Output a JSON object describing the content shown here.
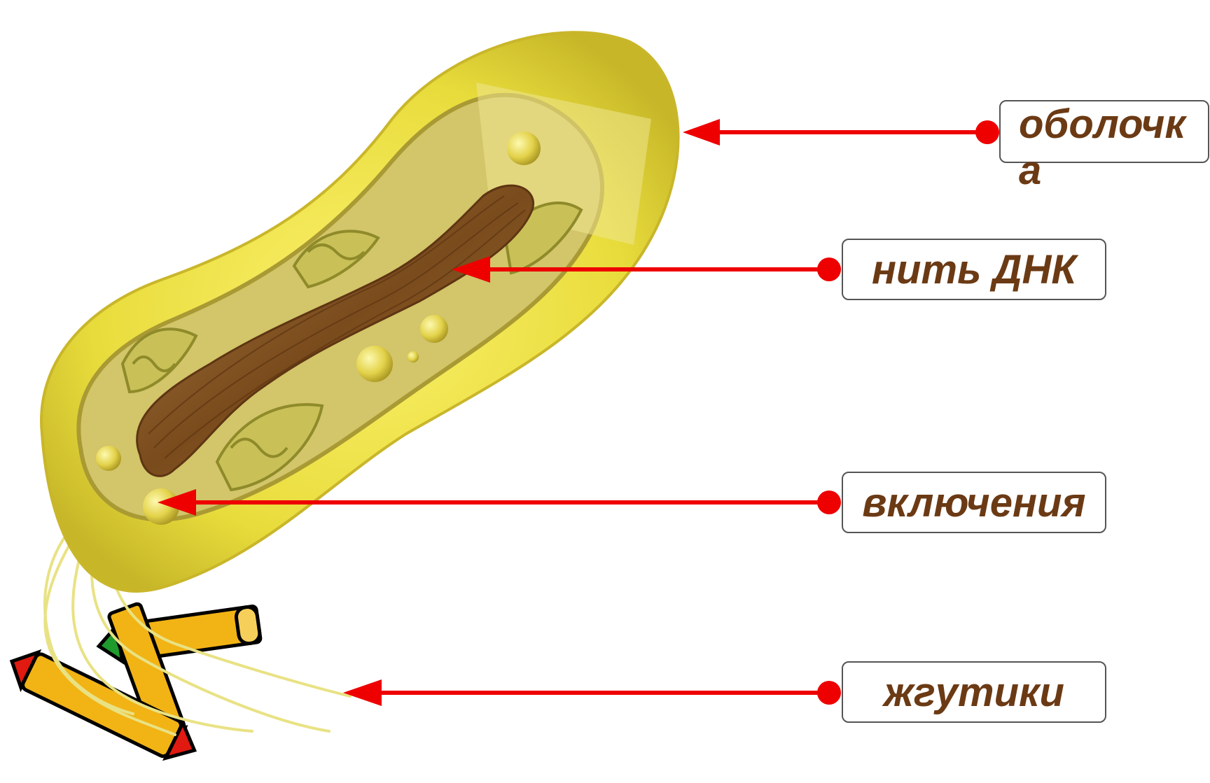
{
  "labels": {
    "membrane": "оболочка",
    "dna": "нить ДНК",
    "inclusions": "включения",
    "flagella": "жгутики"
  },
  "colors": {
    "label_text": "#6b3a14",
    "pointer": "#ee0000",
    "cell_wall": "#e4d73a",
    "cytoplasm": "#d2c56a",
    "dna": "#8a5a26",
    "pencil_body": "#f2b315",
    "pencil_tip_red": "#e01a10",
    "pencil_tip_green": "#1f9a2c"
  }
}
